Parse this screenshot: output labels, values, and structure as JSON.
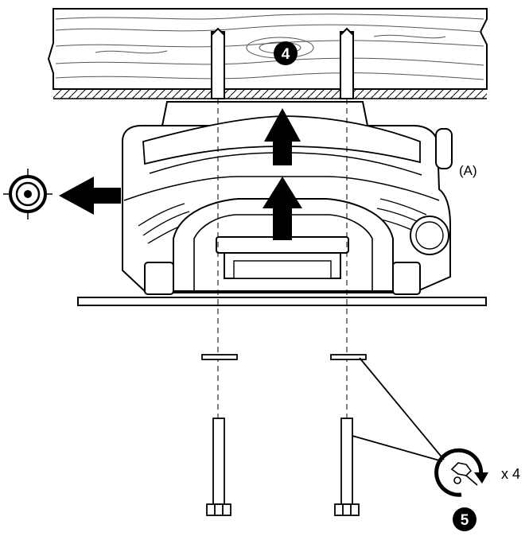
{
  "steps": {
    "step_4": "4",
    "step_5": "5"
  },
  "labels": {
    "part_a": "(A)",
    "quantity": "x 4"
  },
  "icons": {
    "step_4_badge": "numbered-circle-icon",
    "step_5_badge": "numbered-circle-icon",
    "release_target": "crosshair-target-icon",
    "pull_arrow": "arrow-left-icon",
    "lift_arrows": "arrow-up-icon",
    "tighten_tool": "wrench-rotate-icon"
  },
  "colors": {
    "line": "#000000",
    "fill": "#ffffff",
    "badge": "#000000"
  }
}
